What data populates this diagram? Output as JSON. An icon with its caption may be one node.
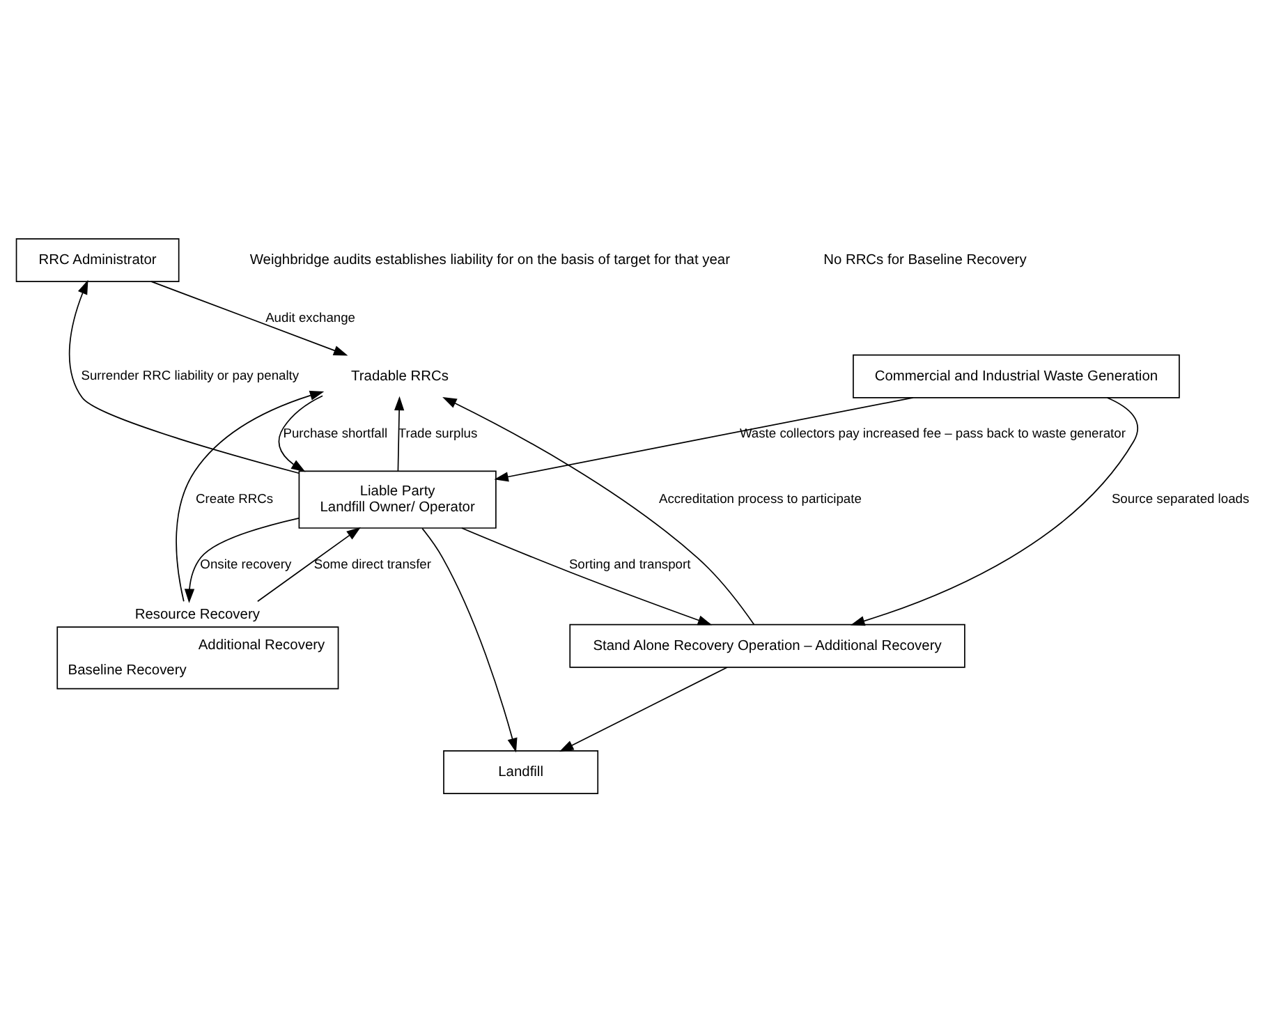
{
  "diagram": {
    "nodes": [
      {
        "text": [
          "RRC Administrator"
        ]
      },
      {
        "text": [
          "Tradable RRCs"
        ]
      },
      {
        "text": [
          "Liable Party",
          "Landfill Owner/ Operator"
        ]
      },
      {
        "text": [
          "Resource Recovery",
          "Additional Recovery",
          "Baseline Recovery"
        ]
      },
      {
        "text": [
          "Commercial and Industrial Waste Generation"
        ]
      },
      {
        "text": [
          "Stand Alone Recovery Operation – Additional Recovery"
        ]
      },
      {
        "text": [
          "Landfill"
        ]
      }
    ],
    "edges": [
      {
        "from": 0,
        "to": 1,
        "arrow": "to",
        "label": "Audit exchange"
      },
      {
        "from": 2,
        "to": 0,
        "arrow": "to",
        "label": "Surrender RRC liability or pay penalty"
      },
      {
        "from": 2,
        "to": 1,
        "arrow": "to",
        "label": "Trade surplus"
      },
      {
        "from": 1,
        "to": 2,
        "arrow": "to",
        "label": "Purchase shortfall"
      },
      {
        "from": 3,
        "to": 1,
        "arrow": "to",
        "label": "Create RRCs"
      },
      {
        "from": 3,
        "to": 2,
        "arrow": "to",
        "label": "Some direct transfer"
      },
      {
        "from": 2,
        "to": 3,
        "arrow": "to",
        "label": "Onsite recovery"
      },
      {
        "from": 2,
        "to": 5,
        "arrow": "to",
        "label": "Sorting and transport"
      },
      {
        "from": 2,
        "to": 6,
        "arrow": "to"
      },
      {
        "from": 4,
        "to": 2,
        "arrow": "to",
        "label": "Waste collectors pay increased fee – pass back to waste generator"
      },
      {
        "from": 4,
        "to": 5,
        "arrow": "to",
        "label": "Source separated loads"
      },
      {
        "from": 5,
        "to": 6,
        "arrow": "to"
      },
      {
        "from": 5,
        "to": 1,
        "arrow": "to",
        "label": "Accreditation process to participate"
      }
    ],
    "labels": [
      "Weighbridge audits establishes liability for on the basis of target for that year",
      "No RRCs for Baseline Recovery"
    ]
  }
}
